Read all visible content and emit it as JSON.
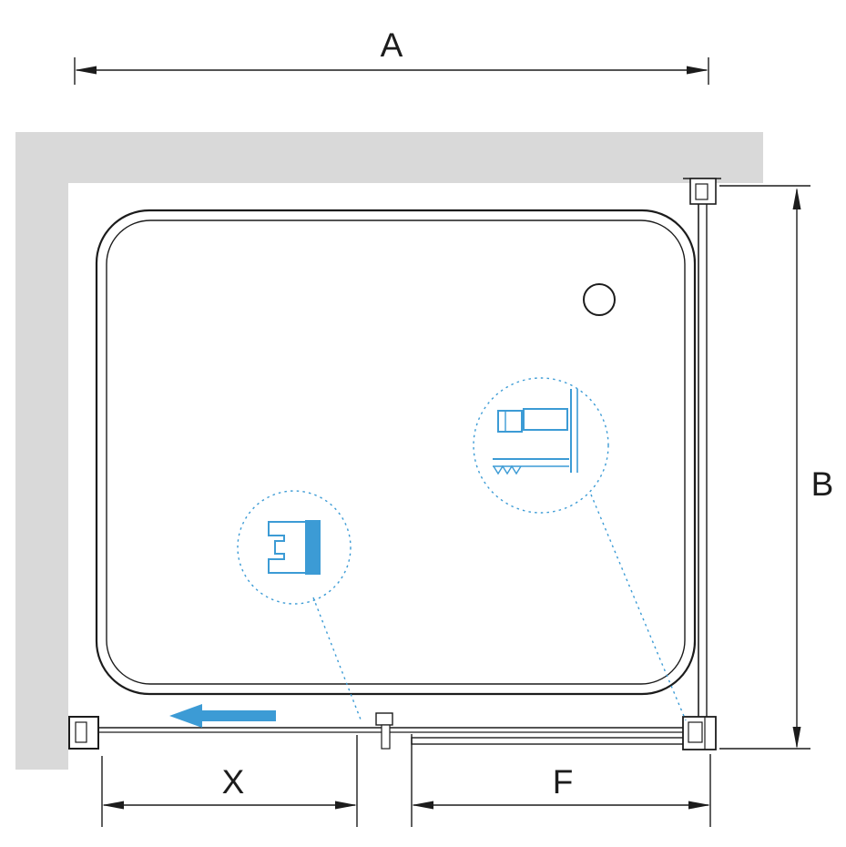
{
  "diagram": {
    "labels": {
      "overall_width": "A",
      "side_depth": "B",
      "door_section": "X",
      "fixed_section": "F"
    },
    "colors": {
      "line": "#1c1c1c",
      "accent": "#3c9bd5",
      "wall": "#d9d9d9",
      "background": "#ffffff"
    },
    "icons": {
      "slide_direction_arrow": "left-arrow"
    }
  }
}
